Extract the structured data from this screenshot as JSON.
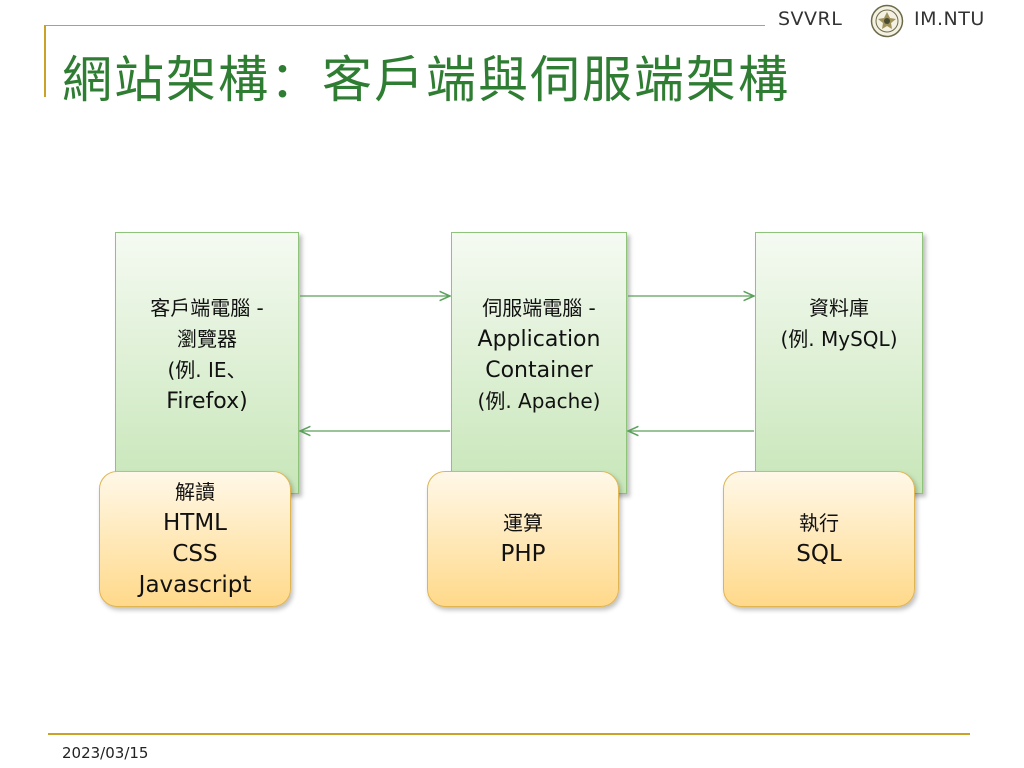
{
  "header": {
    "left": "SVVRL",
    "right": "IM.NTU"
  },
  "title": "網站架構：客戶端與伺服端架構",
  "nodes": [
    {
      "lines": [
        "客戶端電腦 -",
        "瀏覽器",
        "(例. IE、",
        "Firefox)"
      ]
    },
    {
      "lines": [
        "伺服端電腦 -",
        "Application",
        "Container",
        "(例. Apache)"
      ]
    },
    {
      "lines": [
        "資料庫",
        "(例. MySQL)"
      ]
    }
  ],
  "roles": [
    {
      "lines": [
        "解讀",
        "HTML",
        "CSS",
        "Javascript"
      ]
    },
    {
      "lines": [
        "運算",
        "PHP"
      ]
    },
    {
      "lines": [
        "執行",
        "SQL"
      ]
    }
  ],
  "footer": {
    "date": "2023/03/15"
  },
  "colors": {
    "title": "#2e7d32",
    "accent_line": "#c9a227",
    "node_fill": "#c7e6b8",
    "node_border": "#8dc47a",
    "role_fill": "#ffd98a",
    "role_border": "#e0b450",
    "arrow": "#5aa05a"
  }
}
